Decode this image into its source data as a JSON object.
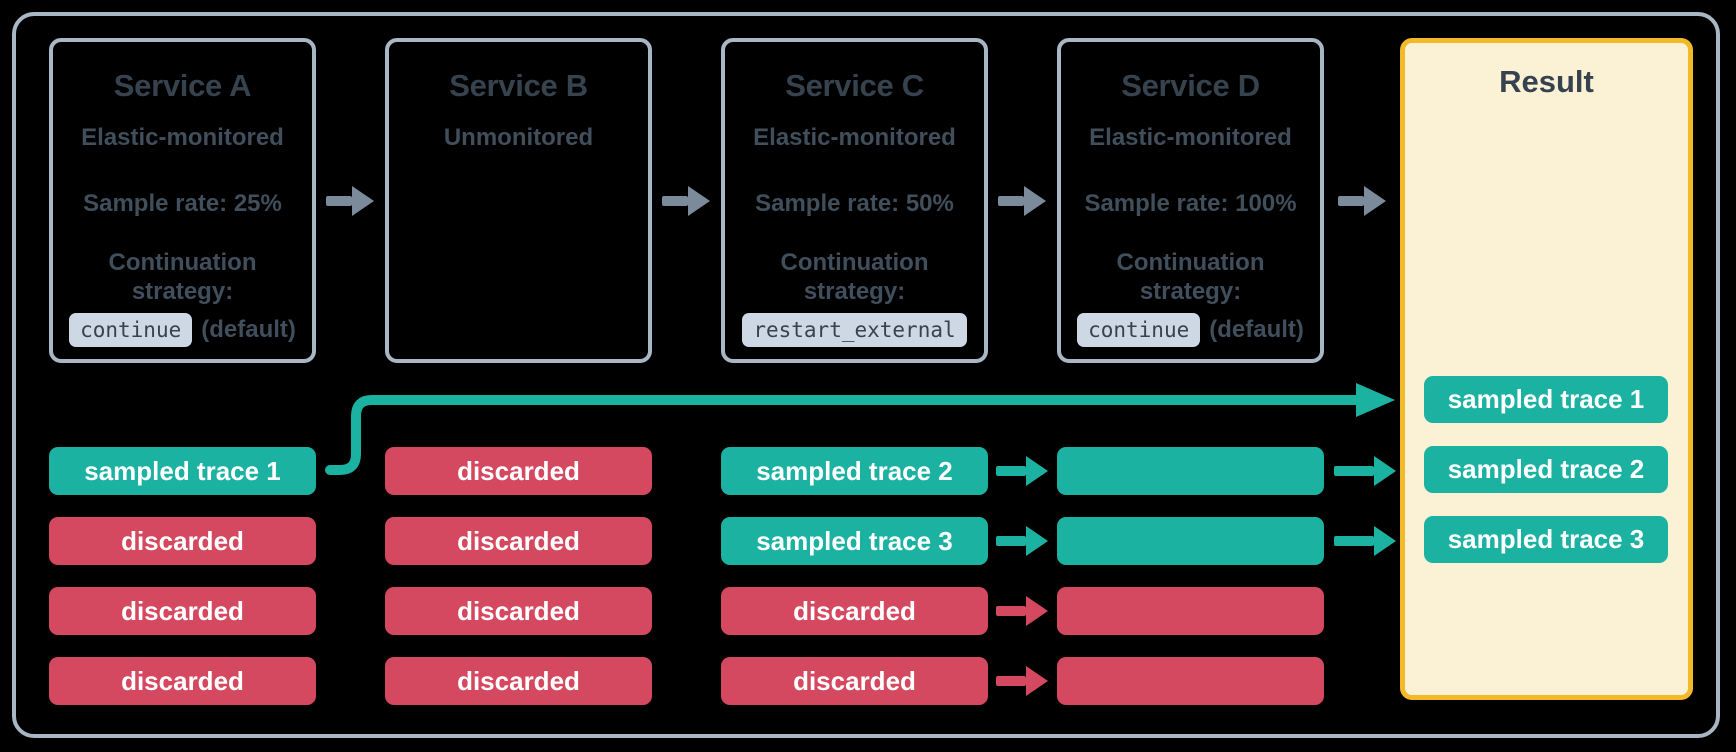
{
  "colors": {
    "teal": "#1CB2A2",
    "red": "#D4495F",
    "arrow": "#7B8B9B",
    "border": "#A9B6C3",
    "text_dark": "#36424E",
    "text_body": "#414E5B",
    "code_bg": "#CDD8E4",
    "result_bg": "#FBF2D5",
    "result_border": "#F3B929",
    "trace_text": "#FFFFFF"
  },
  "services": [
    {
      "title": "Service A",
      "subtitle": "Elastic-monitored",
      "sample_rate": "Sample rate: 25%",
      "continuation_label": "Continuation strategy:",
      "code": "continue",
      "code_suffix": "(default)"
    },
    {
      "title": "Service B",
      "subtitle": "Unmonitored"
    },
    {
      "title": "Service C",
      "subtitle": "Elastic-monitored",
      "sample_rate": "Sample rate: 50%",
      "continuation_label": "Continuation strategy:",
      "code": "restart_external"
    },
    {
      "title": "Service D",
      "subtitle": "Elastic-monitored",
      "sample_rate": "Sample rate: 100%",
      "continuation_label": "Continuation strategy:",
      "code": "continue",
      "code_suffix": "(default)"
    }
  ],
  "columns": [
    {
      "service": "Service A",
      "traces": [
        "sampled trace 1",
        "discarded",
        "discarded",
        "discarded"
      ],
      "statuses": [
        "sampled",
        "discarded",
        "discarded",
        "discarded"
      ]
    },
    {
      "service": "Service B",
      "traces": [
        "discarded",
        "discarded",
        "discarded",
        "discarded"
      ],
      "statuses": [
        "discarded",
        "discarded",
        "discarded",
        "discarded"
      ]
    },
    {
      "service": "Service C",
      "traces": [
        "sampled trace 2",
        "sampled trace 3",
        "discarded",
        "discarded"
      ],
      "statuses": [
        "sampled",
        "sampled",
        "discarded",
        "discarded"
      ]
    },
    {
      "service": "Service D",
      "traces": [
        "",
        "",
        "",
        ""
      ],
      "statuses": [
        "sampled",
        "sampled",
        "discarded",
        "discarded"
      ]
    }
  ],
  "result": {
    "title": "Result",
    "traces": [
      "sampled trace 1",
      "sampled trace 2",
      "sampled trace 3"
    ]
  }
}
